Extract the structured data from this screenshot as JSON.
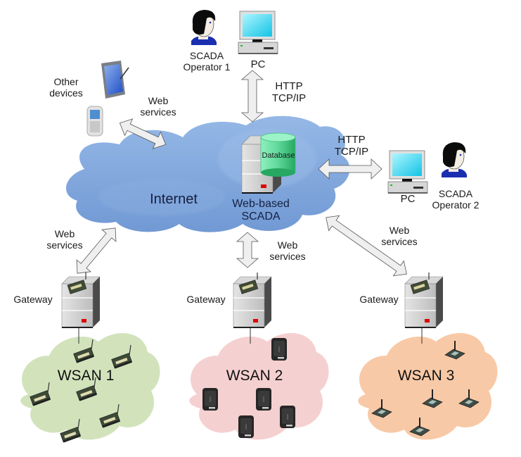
{
  "title": "Web-based SCADA architecture with Wireless Sensor and Actuator Networks",
  "colors": {
    "internet_cloud": "#7fa6db",
    "wsan1_cloud": "#d3e4bd",
    "wsan2_cloud": "#f5cfcf",
    "wsan3_cloud": "#f8c8a4",
    "database": "#5fd89a",
    "monitor_screen": "#2fd6ef",
    "server": "#c8c8c8",
    "arrow_fill": "#efefef",
    "led": "#e00000"
  },
  "internet": {
    "label": "Internet",
    "icon": "cloud-icon"
  },
  "server": {
    "label": "Web-based\nSCADA",
    "database_label": "Database",
    "icon": "server-icon"
  },
  "operator1": {
    "person_label": "SCADA\nOperator 1",
    "pc_label": "PC",
    "link_label": "HTTP\nTCP/IP"
  },
  "operator2": {
    "person_label": "SCADA\nOperator 2",
    "pc_label": "PC",
    "link_label": "HTTP\nTCP/IP"
  },
  "other_devices": {
    "label": "Other\ndevices",
    "link_label": "Web\nservices",
    "icons": [
      "tablet-icon",
      "mobile-phone-icon"
    ]
  },
  "gateways": [
    {
      "label": "Gateway",
      "link_label": "Web\nservices",
      "network": "WSAN 1",
      "node_type": "sensor-board"
    },
    {
      "label": "Gateway",
      "link_label": "Web\nservices",
      "network": "WSAN 2",
      "node_type": "actuator-box"
    },
    {
      "label": "Gateway",
      "link_label": "Web\nservices",
      "network": "WSAN 3",
      "node_type": "sensor-mote"
    }
  ]
}
